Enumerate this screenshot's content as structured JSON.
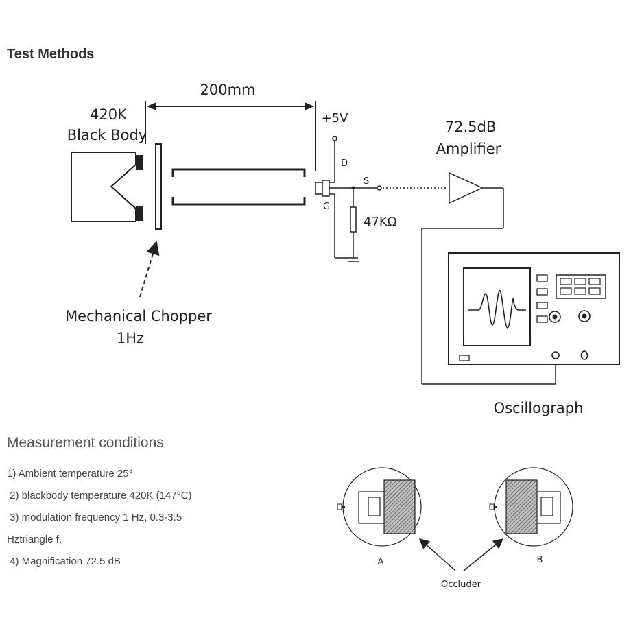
{
  "section": {
    "test_methods_title": "Test Methods",
    "measurement_title": "Measurement conditions"
  },
  "setup_diagram": {
    "distance_label": "200mm",
    "blackbody_temp": "420K",
    "blackbody_label": "Black Body",
    "supply_label": "+5V",
    "drain_label": "D",
    "gate_label": "G",
    "source_label": "S",
    "resistor_label": "47KΩ",
    "amplifier_gain": "72.5dB",
    "amplifier_label": "Amplifier",
    "chopper_label": "Mechanical Chopper",
    "chopper_freq": "1Hz",
    "oscillograph_label": "Oscillograph"
  },
  "conditions": [
    "1) Ambient temperature 25°",
    " 2) blackbody temperature 420K (147°C)",
    " 3) modulation frequency 1 Hz, 0.3-3.5",
    "Hztriangle f,",
    " 4) Magnification 72.5 dB"
  ],
  "occluder_diagram": {
    "label_a": "A",
    "label_b": "B",
    "occluder_label": "Occluder"
  }
}
